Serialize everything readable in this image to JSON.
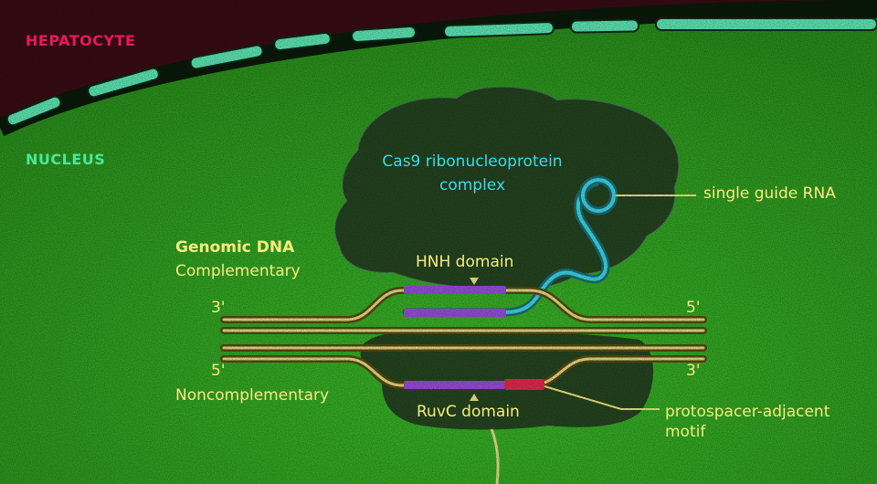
{
  "labels": {
    "hepatocyte": "HEPATOCYTE",
    "nucleus": "NUCLEUS",
    "cas9": "Cas9 ribonucleoprotein complex",
    "single_guide_rna": "single guide RNA",
    "genomic_dna": "Genomic DNA",
    "complementary": "Complementary",
    "noncomplementary": "Noncomplementary",
    "end_3_top": "3'",
    "end_5_top": "5'",
    "end_5_bottom": "5'",
    "end_3_bottom": "3'",
    "hnh_domain": "HNH domain",
    "ruvc_domain": "RuvC domain",
    "pam": "protospacer-adjacent motif"
  },
  "colors": {
    "cell_background": "#3a0c14",
    "nucleus": "#2fa020",
    "nuclear_envelope": "#0a1a0a",
    "nuclear_pore_fill": "#5ee8b6",
    "protein": "#243a20",
    "dna_strand": "#e9e08a",
    "guide_rna": "#3fd9e6",
    "protospacer": "#9a4de0",
    "pam_segment": "#e5294f",
    "hepatocyte_label": "#e8185e",
    "nucleus_label": "#4ae89c",
    "cas9_label": "#3fd9e6",
    "annotation_text": "#f7eb7f"
  },
  "icons": {
    "domain_pointer": "triangle-arrow"
  }
}
